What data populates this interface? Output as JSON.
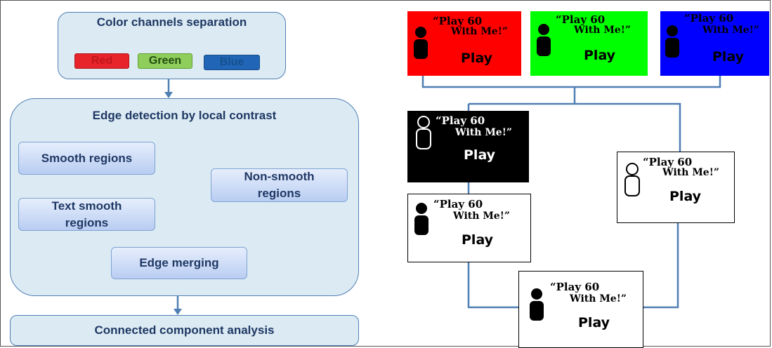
{
  "flow": {
    "color_separation": {
      "title": "Color channels separation",
      "channels": [
        {
          "label": "Red",
          "bg": "#e8242b",
          "fg": "#c0161b"
        },
        {
          "label": "Green",
          "bg": "#8fce5b",
          "fg": "#234d14"
        },
        {
          "label": "Blue",
          "bg": "#2166b6",
          "fg": "#16508f"
        }
      ]
    },
    "edge_detection": {
      "title": "Edge detection by local contrast",
      "smooth": "Smooth regions",
      "text_smooth": "Text smooth regions",
      "non_smooth": "Non-smooth regions",
      "merging": "Edge merging"
    },
    "cca": "Connected component analysis"
  },
  "example": {
    "line1": "“Play 60",
    "line2": "With Me!”",
    "line3": "Play",
    "thumbnails": [
      {
        "id": "red",
        "bg": "#ff0000",
        "fg": "#000000"
      },
      {
        "id": "green",
        "bg": "#00ff00",
        "fg": "#000000"
      },
      {
        "id": "blue",
        "bg": "#0000ff",
        "fg": "#000000"
      },
      {
        "id": "edges-smooth",
        "bg": "#000000",
        "fg": "#ffffff"
      },
      {
        "id": "edges-nonsmooth",
        "bg": "#ffffff",
        "fg": "#000000"
      },
      {
        "id": "text-smooth",
        "bg": "#ffffff",
        "fg": "#000000"
      },
      {
        "id": "merged",
        "bg": "#ffffff",
        "fg": "#000000"
      }
    ]
  },
  "colors": {
    "line": "#4f7fb3",
    "box": "#dcebf3",
    "text": "#1f3864"
  }
}
